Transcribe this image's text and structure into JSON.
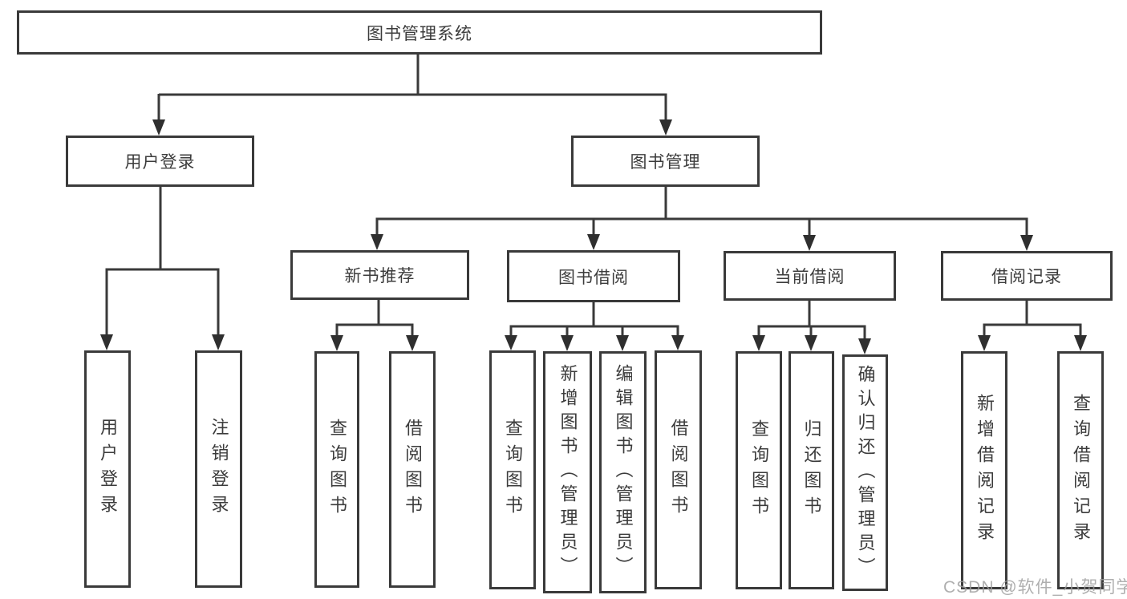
{
  "diagram": {
    "title": "图书管理系统",
    "root": {
      "label": "图书管理系统"
    },
    "level2": [
      {
        "id": "user-login",
        "label": "用户登录"
      },
      {
        "id": "book-management",
        "label": "图书管理"
      }
    ],
    "level3": [
      {
        "id": "new-book-recommend",
        "label": "新书推荐"
      },
      {
        "id": "book-borrowing",
        "label": "图书借阅"
      },
      {
        "id": "current-borrowing",
        "label": "当前借阅"
      },
      {
        "id": "borrowing-records",
        "label": "借阅记录"
      }
    ],
    "leaves": [
      {
        "id": "user-login-leaf",
        "parent": "user-login",
        "label": "用户登录"
      },
      {
        "id": "logout",
        "parent": "user-login",
        "label": "注销登录"
      },
      {
        "id": "query-book-recommend",
        "parent": "new-book-recommend",
        "label": "查询图书"
      },
      {
        "id": "borrow-book-recommend",
        "parent": "new-book-recommend",
        "label": "借阅图书"
      },
      {
        "id": "query-book-borrowing",
        "parent": "book-borrowing",
        "label": "查询图书"
      },
      {
        "id": "add-book-admin",
        "parent": "book-borrowing",
        "label": "新增图书（管理员）"
      },
      {
        "id": "edit-book-admin",
        "parent": "book-borrowing",
        "label": "编辑图书（管理员）"
      },
      {
        "id": "borrow-book",
        "parent": "book-borrowing",
        "label": "借阅图书"
      },
      {
        "id": "query-book-current",
        "parent": "current-borrowing",
        "label": "查询图书"
      },
      {
        "id": "return-book",
        "parent": "current-borrowing",
        "label": "归还图书"
      },
      {
        "id": "confirm-return-admin",
        "parent": "current-borrowing",
        "label": "确认归还（管理员）"
      },
      {
        "id": "add-borrow-record",
        "parent": "borrowing-records",
        "label": "新增借阅记录"
      },
      {
        "id": "query-borrow-record",
        "parent": "borrowing-records",
        "label": "查询借阅记录"
      }
    ]
  },
  "watermark": "CSDN @软件_小贺同学",
  "colors": {
    "line": "#3a3a3a",
    "text": "#3c3c3c",
    "background": "#ffffff",
    "watermark": "#9e9e9e"
  }
}
